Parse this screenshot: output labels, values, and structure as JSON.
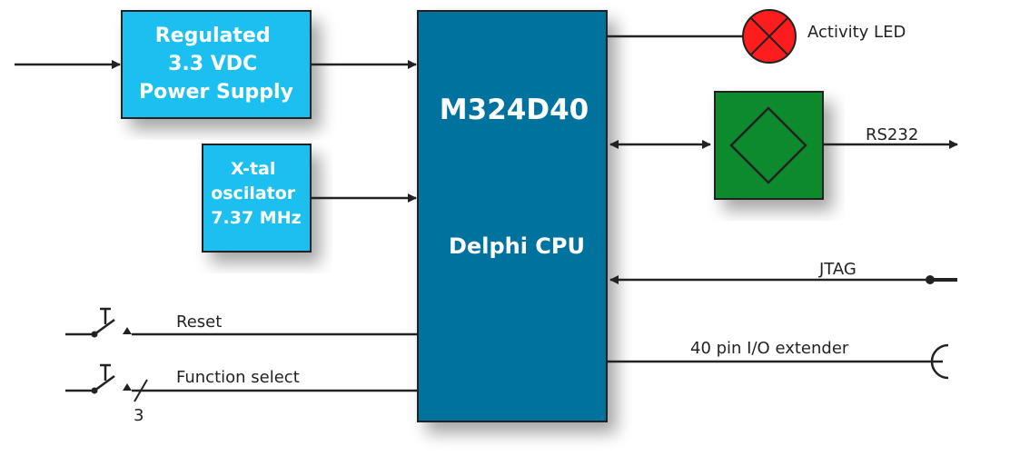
{
  "cpu": {
    "name": "M324D40",
    "subtitle": "Delphi CPU"
  },
  "power_supply": {
    "line1": "Regulated",
    "line2": "3.3 VDC",
    "line3": "Power Supply"
  },
  "oscillator": {
    "line1": "X-tal",
    "line2": "oscilator",
    "line3": "7.37 MHz"
  },
  "labels": {
    "activity_led": "Activity LED",
    "rs232": "RS232",
    "jtag": "JTAG",
    "io_extender": "40 pin I/O extender",
    "reset": "Reset",
    "function_select": "Function select",
    "bus_count": "3"
  },
  "colors": {
    "cpu": "#00729e",
    "supply": "#1ac0f0",
    "driver": "#0e8a2e",
    "led": "#ff1c1c",
    "line": "#222222"
  }
}
